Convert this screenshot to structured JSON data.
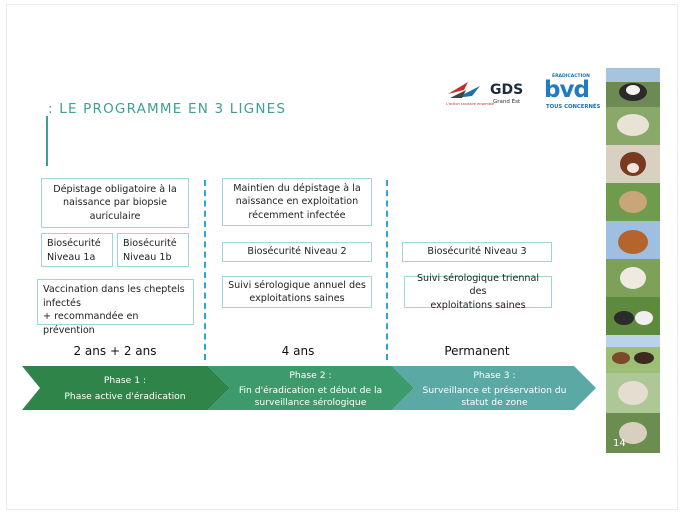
{
  "slide": {
    "title": ": LE PROGRAMME EN 3 LIGNES",
    "page_number": "14"
  },
  "logos": {
    "gds": {
      "name": "GDS",
      "region": "Grand Est",
      "tagline": "L'action sanitaire ensemble"
    },
    "bvd": {
      "top": "ÉRADICACTION",
      "main": "bvd",
      "bottom": "TOUS CONCERNÉS"
    }
  },
  "column1": {
    "box1": [
      "Dépistage obligatoire à la",
      "naissance par biopsie",
      "auriculaire"
    ],
    "box2a": [
      "Biosécurité",
      "Niveau 1a"
    ],
    "box2b": [
      "Biosécurité",
      "Niveau 1b"
    ],
    "box3": [
      "Vaccination dans les cheptels",
      "infectés",
      "+ recommandée en prévention"
    ],
    "duration": "2 ans + 2 ans"
  },
  "column2": {
    "box1": [
      "Maintien du dépistage à la",
      "naissance en exploitation",
      "récemment infectée"
    ],
    "box2": "Biosécurité Niveau 2",
    "box3": [
      "Suivi sérologique annuel des",
      "exploitations saines"
    ],
    "duration": "4 ans"
  },
  "column3": {
    "box2": "Biosécurité Niveau 3",
    "box3": [
      "Suivi sérologique triennal des",
      "exploitations saines"
    ],
    "duration": "Permanent"
  },
  "phases": [
    {
      "title": "Phase 1 :",
      "desc": "Phase active d'éradication",
      "color": "#2e8449"
    },
    {
      "title": "Phase 2 :",
      "desc1": "Fin d'éradication et début de la",
      "desc2": "surveillance sérologique",
      "color": "#3c9a6c"
    },
    {
      "title": "Phase 3 :",
      "desc1": "Surveillance et préservation du",
      "desc2": "statut de zone",
      "color": "#5aa9a4"
    }
  ],
  "colors": {
    "accent": "#3f9e97",
    "box_border": "#9fd5dc",
    "divider": "#2aa7d1"
  }
}
